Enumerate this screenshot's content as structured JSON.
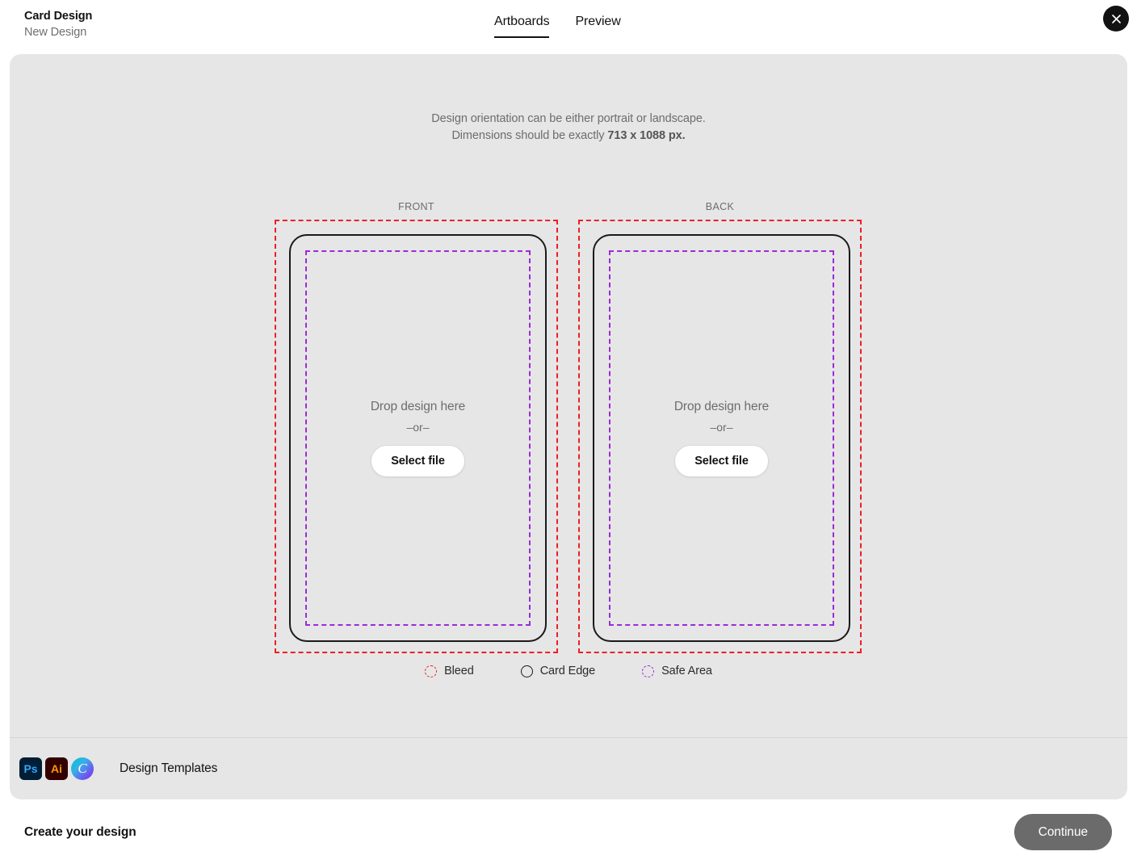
{
  "header": {
    "title": "Card Design",
    "subtitle": "New Design",
    "tabs": [
      {
        "label": "Artboards",
        "active": true
      },
      {
        "label": "Preview",
        "active": false
      }
    ],
    "close_icon": "close-icon"
  },
  "notice": {
    "line1": "Design orientation can be either portrait or landscape.",
    "line2_prefix": "Dimensions should be exactly ",
    "line2_strong": "713 x 1088 px."
  },
  "artboards": [
    {
      "label": "FRONT",
      "drop_text": "Drop design here",
      "or_text": "–or–",
      "select_label": "Select file"
    },
    {
      "label": "BACK",
      "drop_text": "Drop design here",
      "or_text": "–or–",
      "select_label": "Select file"
    }
  ],
  "legend": [
    {
      "label": "Bleed",
      "color": "#ec1f27",
      "style": "dashed"
    },
    {
      "label": "Card Edge",
      "color": "#1a1a1a",
      "style": "solid"
    },
    {
      "label": "Safe Area",
      "color": "#9b2bd6",
      "style": "dashed"
    }
  ],
  "templates": {
    "label": "Design Templates",
    "apps": [
      {
        "name": "photoshop",
        "glyph": "Ps"
      },
      {
        "name": "illustrator",
        "glyph": "Ai"
      },
      {
        "name": "canva",
        "glyph": "C"
      }
    ]
  },
  "bottom": {
    "title": "Create your design",
    "continue_label": "Continue",
    "continue_color": "#6b6b6b"
  }
}
